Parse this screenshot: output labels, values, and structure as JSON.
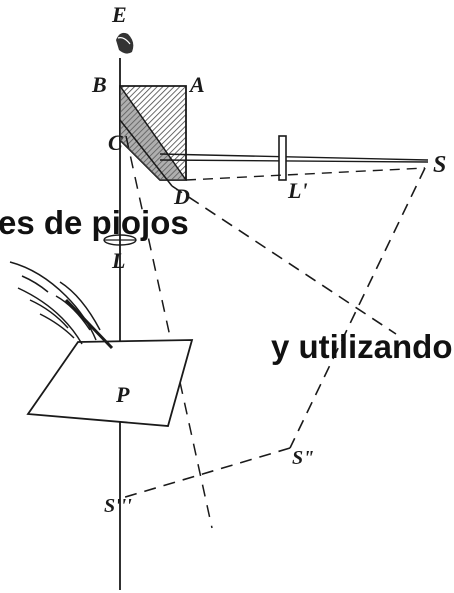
{
  "overlay_text": {
    "line1": "es de piojos",
    "line2": "y utilizando:"
  },
  "labels": {
    "E": "E",
    "B": "B",
    "A": "A",
    "C": "C",
    "D": "D",
    "L_prime": "L'",
    "S": "S",
    "L": "L",
    "P": "P",
    "S_double_prime": "S\"",
    "S_triple_prime": "S'''"
  },
  "colors": {
    "ink": "#1a1a1a",
    "prism_fill": "#7a7a7a",
    "text": "#111111",
    "background": "#ffffff"
  }
}
